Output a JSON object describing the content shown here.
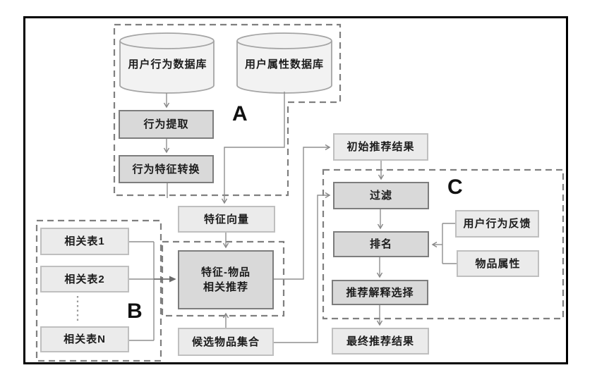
{
  "figure": {
    "type": "flowchart",
    "language": "zh",
    "regions": [
      {
        "id": "A",
        "label": "A"
      },
      {
        "id": "B",
        "label": "B"
      },
      {
        "id": "C",
        "label": "C"
      }
    ],
    "nodes": {
      "db_behavior": {
        "label": "用户行为数据库",
        "shape": "cylinder"
      },
      "db_attribute": {
        "label": "用户属性数据库",
        "shape": "cylinder"
      },
      "behavior_extract": {
        "label": "行为提取",
        "shape": "process-shaded"
      },
      "behavior_transform": {
        "label": "行为特征转换",
        "shape": "process-shaded"
      },
      "feature_vector": {
        "label": "特征向量",
        "shape": "box-light"
      },
      "table1": {
        "label": "相关表1",
        "shape": "box-light"
      },
      "table2": {
        "label": "相关表2",
        "shape": "box-light"
      },
      "tableN": {
        "label": "相关表N",
        "shape": "box-light"
      },
      "feature_item_rec": {
        "label_line1": "特征-物品",
        "label_line2": "相关推荐",
        "shape": "process-shaded"
      },
      "candidate_items": {
        "label": "候选物品集合",
        "shape": "box-light"
      },
      "initial_result": {
        "label": "初始推荐结果",
        "shape": "box-light"
      },
      "filter": {
        "label": "过滤",
        "shape": "process-shaded"
      },
      "ranking": {
        "label": "排名",
        "shape": "process-shaded"
      },
      "user_feedback": {
        "label": "用户行为反馈",
        "shape": "box-light"
      },
      "item_attributes": {
        "label": "物品属性",
        "shape": "box-light"
      },
      "explanation_select": {
        "label": "推荐解释选择",
        "shape": "process-shaded"
      },
      "final_result": {
        "label": "最终推荐结果",
        "shape": "box-light"
      }
    },
    "edges": [
      {
        "from": "db_behavior",
        "to": "behavior_extract"
      },
      {
        "from": "behavior_extract",
        "to": "behavior_transform"
      },
      {
        "from": "behavior_transform",
        "to": "feature_vector"
      },
      {
        "from": "db_attribute",
        "to": "feature_vector"
      },
      {
        "from": "feature_vector",
        "to": "feature_item_rec"
      },
      {
        "from": "table1",
        "to": "feature_item_rec"
      },
      {
        "from": "table2",
        "to": "feature_item_rec"
      },
      {
        "from": "tableN",
        "to": "feature_item_rec"
      },
      {
        "from": "candidate_items",
        "to": "feature_item_rec"
      },
      {
        "from": "feature_item_rec",
        "to": "initial_result"
      },
      {
        "from": "initial_result",
        "to": "filter"
      },
      {
        "from": "candidate_items",
        "to": "filter"
      },
      {
        "from": "filter",
        "to": "ranking"
      },
      {
        "from": "user_feedback",
        "to": "ranking"
      },
      {
        "from": "item_attributes",
        "to": "ranking"
      },
      {
        "from": "ranking",
        "to": "explanation_select"
      },
      {
        "from": "explanation_select",
        "to": "final_result"
      }
    ],
    "colors": {
      "box_light_fill": "#ebebeb",
      "box_light_border": "#bfbfbf",
      "box_shaded_fill": "#d9d9d9",
      "box_shaded_border": "#7d7d7d",
      "cylinder_fill": "#f2f2f2",
      "cylinder_border": "#a5a5a5",
      "connector": "#8f8f8f",
      "dashed_region": "#7f7f7f",
      "frame": "#000000"
    }
  }
}
